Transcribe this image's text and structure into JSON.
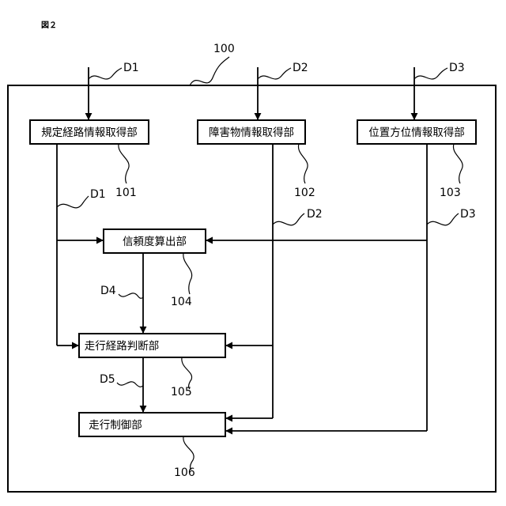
{
  "figure_label": "図２",
  "system": {
    "label": "100"
  },
  "blocks": [
    {
      "id": "101",
      "label": "規定経路情報取得部"
    },
    {
      "id": "102",
      "label": "障害物情報取得部"
    },
    {
      "id": "103",
      "label": "位置方位情報取得部"
    },
    {
      "id": "104",
      "label": "信頼度算出部"
    },
    {
      "id": "105",
      "label": "走行経路判断部"
    },
    {
      "id": "106",
      "label": "走行制御部"
    }
  ],
  "signals": {
    "in_d1": "D1",
    "in_d2": "D2",
    "in_d3": "D3",
    "out_d1": "D1",
    "out_d2": "D2",
    "out_d3": "D3",
    "d4": "D4",
    "d5": "D5"
  }
}
